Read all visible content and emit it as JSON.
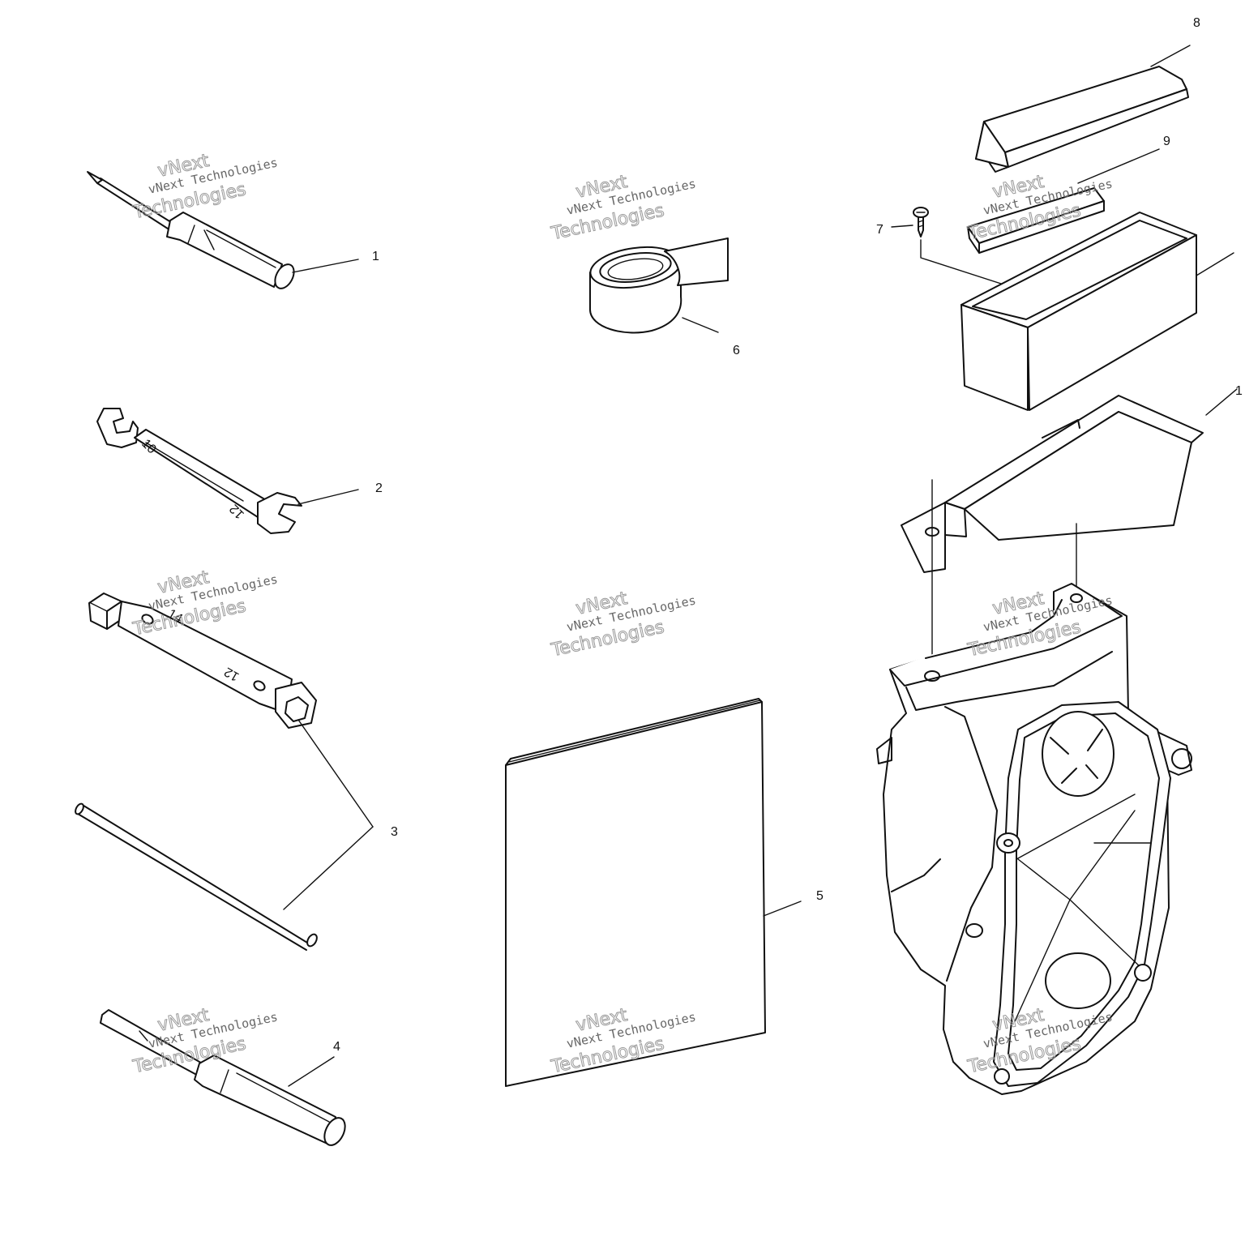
{
  "callouts": {
    "c1": "1",
    "c2": "2",
    "c3": "3",
    "c4": "4",
    "c5": "5",
    "c6": "6",
    "c7": "7",
    "c8": "8",
    "c9": "9",
    "c10": "1",
    "c11": ""
  },
  "watermark": {
    "top": "vNext",
    "middle": "vNext Technologies",
    "bottom": "Technologies"
  },
  "colors": {
    "ink": "#111111",
    "watermark": "#999999",
    "background": "#ffffff"
  }
}
